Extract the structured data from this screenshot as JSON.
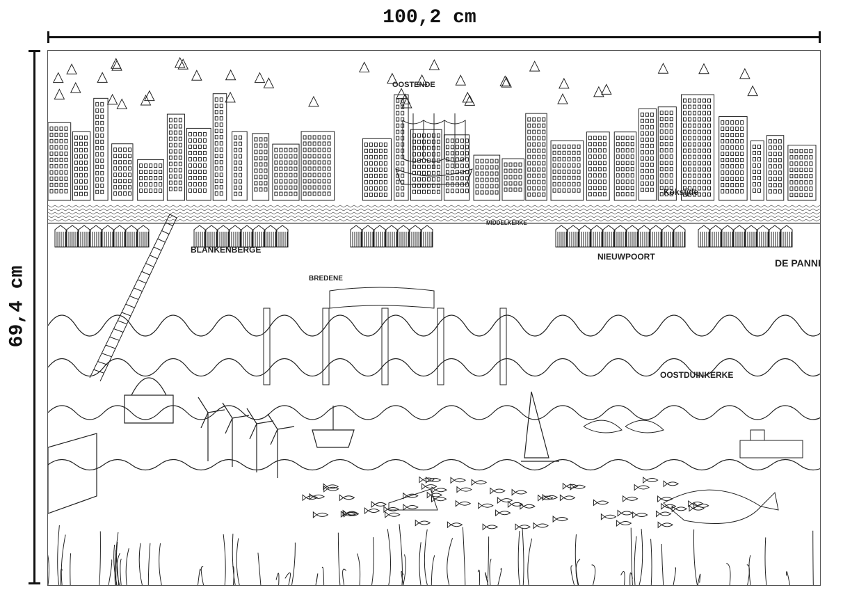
{
  "dimensions": {
    "width_label": "100,2 cm",
    "height_label": "69,4 cm"
  },
  "poster": {
    "place_labels": [
      {
        "id": "oostende",
        "text": "OOSTENDE"
      },
      {
        "id": "blankenberge",
        "text": "BLANKENBERGE"
      },
      {
        "id": "bredene",
        "text": "BREDENE"
      },
      {
        "id": "middelkerke",
        "text": "MIDDELKERKE"
      },
      {
        "id": "koksijde",
        "text": "Koksijde"
      },
      {
        "id": "nieuwpoort",
        "text": "NIEUWPOORT"
      },
      {
        "id": "depanne",
        "text": "DE PANNE"
      },
      {
        "id": "oostduinkerke",
        "text": "OOSTDUINKERKE"
      }
    ],
    "line_color": "#222222"
  }
}
